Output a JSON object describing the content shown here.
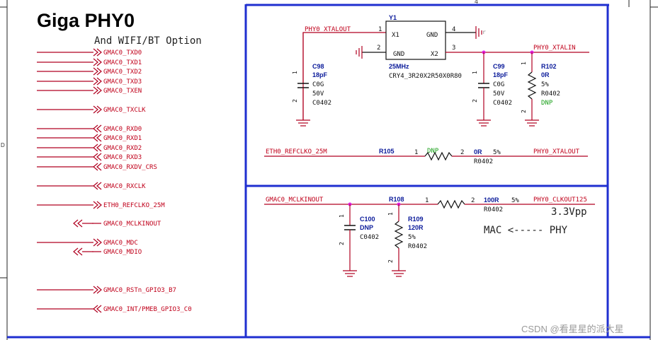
{
  "title": "Giga PHY0",
  "subtitle": "And WIFI/BT Option",
  "frame": {
    "col_mark": "4",
    "row_mark": "D"
  },
  "ports": [
    {
      "label": "GMAC0_TXD0"
    },
    {
      "label": "GMAC0_TXD1"
    },
    {
      "label": "GMAC0_TXD2"
    },
    {
      "label": "GMAC0_TXD3"
    },
    {
      "label": "GMAC0_TXEN"
    },
    {
      "label": "GMAC0_TXCLK"
    },
    {
      "label": "GMAC0_RXD0"
    },
    {
      "label": "GMAC0_RXD1"
    },
    {
      "label": "GMAC0_RXD2"
    },
    {
      "label": "GMAC0_RXD3"
    },
    {
      "label": "GMAC0_RXDV_CRS"
    },
    {
      "label": "GMAC0_RXCLK"
    },
    {
      "label": "ETH0_REFCLKO_25M"
    },
    {
      "label": "GMAC0_MCLKINOUT"
    },
    {
      "label": "GMAC0_MDC"
    },
    {
      "label": "GMAC0_MDIO"
    },
    {
      "label": "GMAC0_RSTn_GPIO3_B7"
    },
    {
      "label": "GMAC0_INT/PMEB_GPIO3_C0"
    }
  ],
  "crystal": {
    "ref": "Y1",
    "freq": "25MHz",
    "part": "CRY4_3R20X2R50X0R80",
    "pin_x1": "X1",
    "pin_x2": "X2",
    "pin_gnd_top": "GND",
    "pin_gnd_left": "GND",
    "pin_num_1": "1",
    "pin_num_2": "2",
    "pin_num_3": "3",
    "pin_num_4": "4"
  },
  "nets": {
    "xtalout": "PHY0_XTALOUT",
    "xtalin": "PHY0_XTALIN",
    "eth_refclk": "ETH0_REFCLKO_25M",
    "xtalout_right": "PHY0_XTALOUT",
    "mclk": "GMAC0_MCLKINOUT",
    "clkout": "PHY0_CLKOUT125"
  },
  "c98": {
    "ref": "C98",
    "value": "18pF",
    "dielectric": "C0G",
    "voltage": "50V",
    "package": "C0402",
    "pin1": "1",
    "pin2": "2"
  },
  "c99": {
    "ref": "C99",
    "value": "18pF",
    "dielectric": "C0G",
    "voltage": "50V",
    "package": "C0402",
    "pin1": "1",
    "pin2": "2"
  },
  "r102": {
    "ref": "R102",
    "value": "0R",
    "tol": "5%",
    "package": "R0402",
    "note": "DNP",
    "pin1": "1",
    "pin2": "2"
  },
  "r105": {
    "ref": "R105",
    "note": "DNP",
    "value": "0R",
    "tol": "5%",
    "package": "R0402",
    "pin1": "1",
    "pin2": "2"
  },
  "r108": {
    "ref": "R108",
    "value": "100R",
    "tol": "5%",
    "package": "R0402",
    "pin1": "1",
    "pin2": "2"
  },
  "c100": {
    "ref": "C100",
    "value": "DNP",
    "package": "C0402",
    "pin1": "1",
    "pin2": "2"
  },
  "r109": {
    "ref": "R109",
    "value": "120R",
    "tol": "5%",
    "package": "R0402",
    "pin1": "1",
    "pin2": "2"
  },
  "annotations": {
    "vpp": "3.3Vpp",
    "direction": "MAC <----- PHY"
  },
  "watermark": "CSDN @看星星的派大星"
}
